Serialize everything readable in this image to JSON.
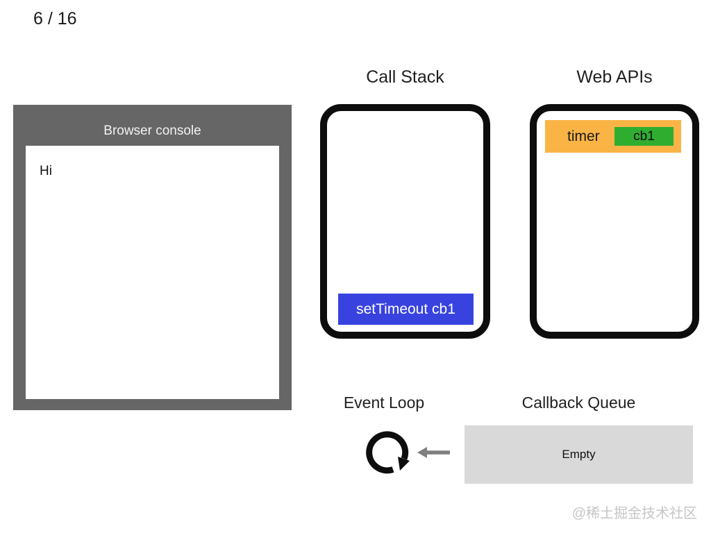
{
  "slide": {
    "indicator": "6 / 16"
  },
  "browser_console": {
    "title": "Browser console",
    "log": "Hi"
  },
  "call_stack": {
    "title": "Call Stack",
    "frames": [
      "setTimeout cb1"
    ]
  },
  "web_apis": {
    "title": "Web APIs",
    "tasks": [
      {
        "label": "timer",
        "callback": "cb1"
      }
    ]
  },
  "event_loop": {
    "title": "Event Loop"
  },
  "callback_queue": {
    "title": "Callback Queue",
    "status": "Empty"
  },
  "watermark": "@稀土掘金技术社区",
  "icons": {
    "event_loop": "circular-rotation-arrow",
    "queue_to_loop": "left-arrow"
  },
  "colors": {
    "console_frame": "#666666",
    "stack_frame_blue": "#3843df",
    "timer_orange": "#fab446",
    "callback_green": "#2fad2f",
    "queue_gray": "#d9d9d9",
    "arrow_gray": "#7f7f7f",
    "outline_black": "#0d0d0d",
    "watermark_gray": "#c6c6c6"
  }
}
